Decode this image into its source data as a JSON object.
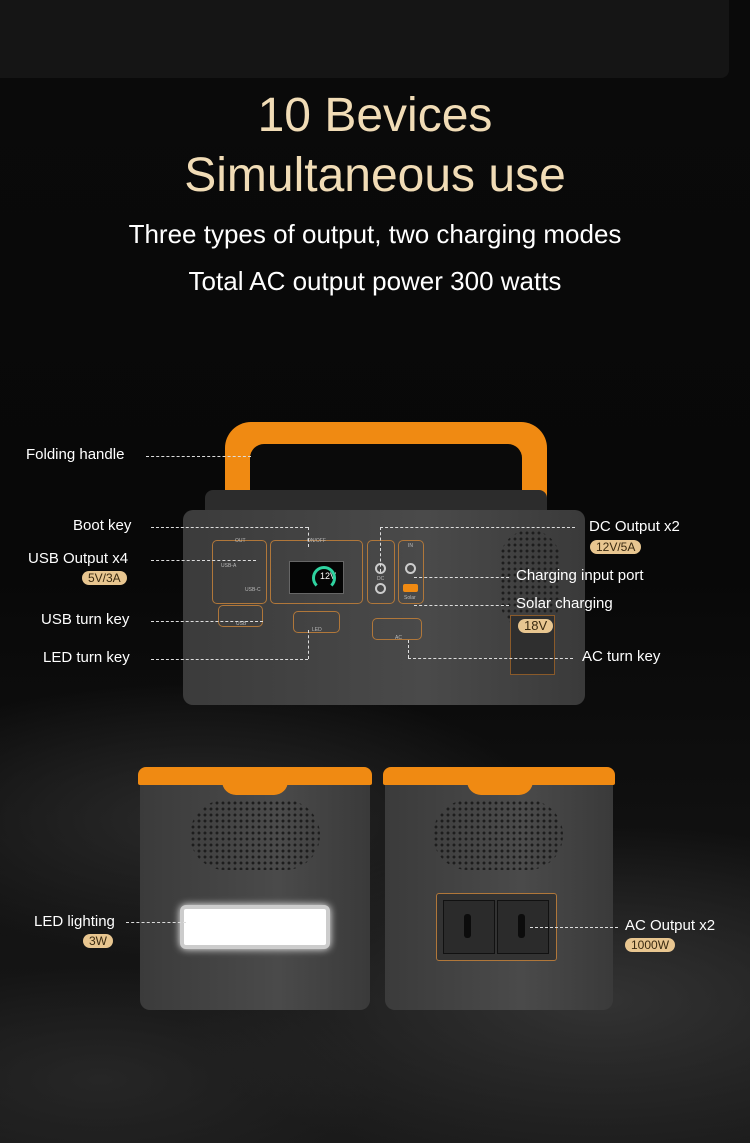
{
  "headline": {
    "line1": "10 Bevices",
    "line2": "Simultaneous use"
  },
  "subheadline": {
    "line1": "Three types of output, two charging modes",
    "line2": "Total AC output power 300 watts"
  },
  "callouts": {
    "folding_handle": "Folding handle",
    "boot_key": "Boot key",
    "usb_output": "USB Output x4",
    "usb_spec": "5V/3A",
    "usb_turn_key": "USB turn key",
    "led_turn_key": "LED turn key",
    "dc_output": "DC Output x2",
    "dc_spec": "12V/5A",
    "charging_input": "Charging input port",
    "solar_charging": "Solar charging",
    "solar_spec": "18V",
    "ac_turn_key": "AC turn key",
    "led_lighting": "LED lighting",
    "led_spec": "3W",
    "ac_output": "AC Output x2",
    "ac_spec": "1000W"
  },
  "device_labels": {
    "out": "OUT",
    "onoff": "ON/OFF",
    "in": "IN",
    "usb_a": "USB-A",
    "usb_c": "USB-C",
    "dc": "DC",
    "solar": "Solar",
    "usb": "USB",
    "led": "LED",
    "ac": "AC",
    "screen": "12V"
  },
  "colors": {
    "accent": "#f08a12",
    "headline": "#f1dcb6",
    "pill": "#e8c690"
  }
}
